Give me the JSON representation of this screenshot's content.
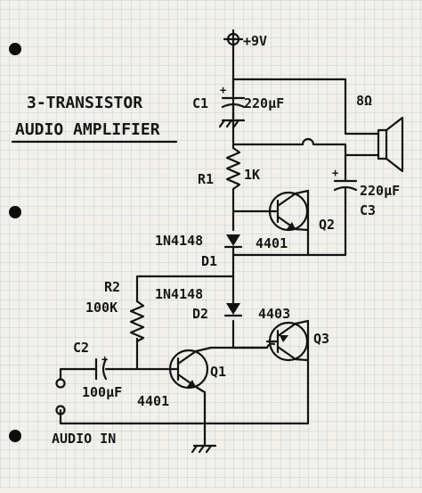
{
  "title": {
    "line1": "3-TRANSISTOR",
    "line2": "AUDIO AMPLIFIER"
  },
  "supply": {
    "label": "+9V"
  },
  "components": {
    "c1": {
      "ref": "C1",
      "value": "220µF"
    },
    "r1": {
      "ref": "R1",
      "value": "1K"
    },
    "c3": {
      "ref": "C3",
      "value": "220µF"
    },
    "speaker": {
      "value": "8Ω"
    },
    "q2": {
      "ref": "Q2",
      "part": "4401"
    },
    "d1": {
      "ref": "D1",
      "part": "1N4148"
    },
    "d2": {
      "ref": "D2",
      "part": "1N4148"
    },
    "r2": {
      "ref": "R2",
      "value": "100K"
    },
    "q3": {
      "ref": "Q3",
      "part": "4403"
    },
    "c2": {
      "ref": "C2",
      "value": "100µF"
    },
    "q1": {
      "ref": "Q1",
      "part": "4401"
    }
  },
  "input": {
    "label": "AUDIO IN"
  },
  "colors": {
    "paper": "#f2f0ea",
    "grid": "#b5c3d6",
    "ink": "#121212",
    "binder_hole": "#0d0d0d"
  }
}
